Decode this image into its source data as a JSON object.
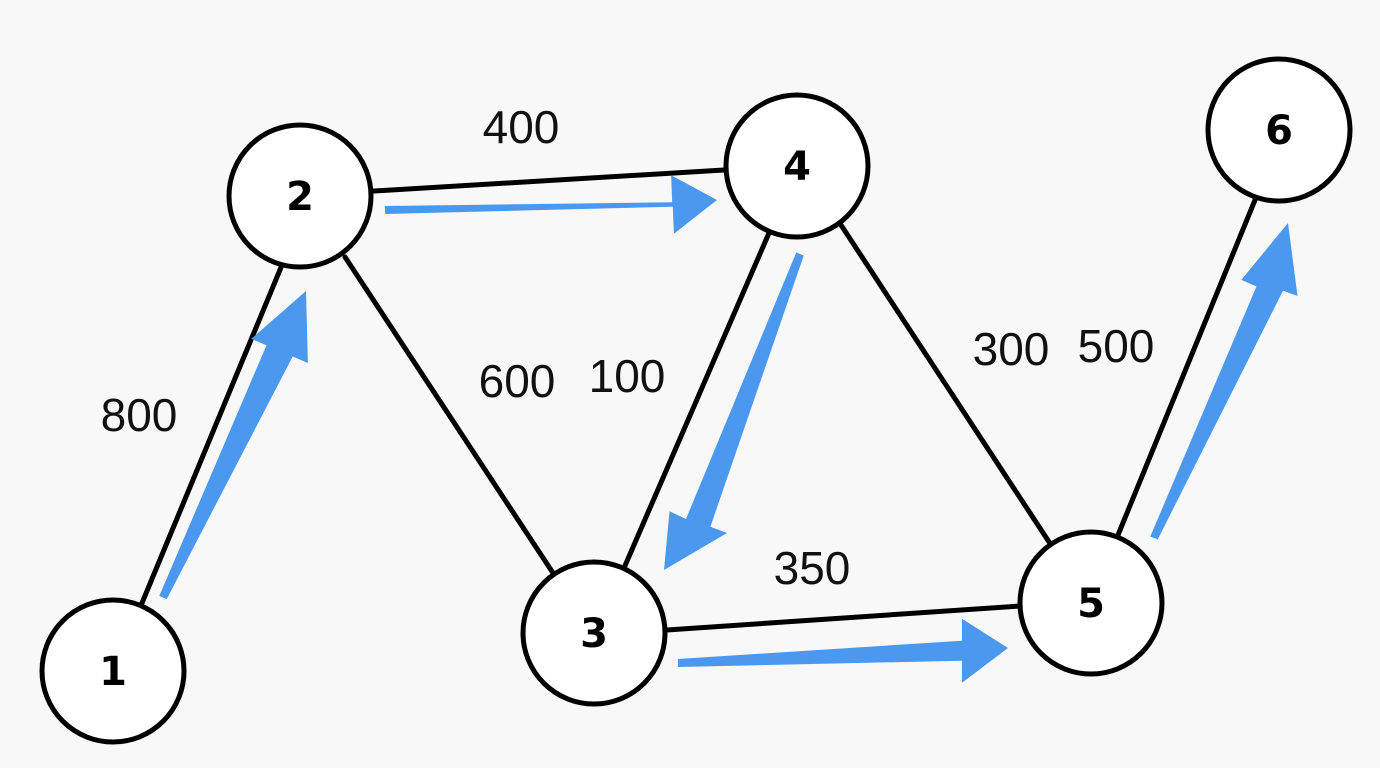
{
  "graph": {
    "colors": {
      "background": "#f8f8f8",
      "node_fill": "#ffffff",
      "stroke": "#000000",
      "path_arrow": "#4a98f0"
    },
    "nodes": [
      {
        "id": "1",
        "label": "1"
      },
      {
        "id": "2",
        "label": "2"
      },
      {
        "id": "3",
        "label": "3"
      },
      {
        "id": "4",
        "label": "4"
      },
      {
        "id": "5",
        "label": "5"
      },
      {
        "id": "6",
        "label": "6"
      }
    ],
    "edges": [
      {
        "from": "1",
        "to": "2",
        "weight": "800"
      },
      {
        "from": "2",
        "to": "4",
        "weight": "400"
      },
      {
        "from": "2",
        "to": "3",
        "weight": "600"
      },
      {
        "from": "4",
        "to": "3",
        "weight": "100"
      },
      {
        "from": "4",
        "to": "5",
        "weight": "300"
      },
      {
        "from": "3",
        "to": "5",
        "weight": "350"
      },
      {
        "from": "5",
        "to": "6",
        "weight": "500"
      }
    ],
    "highlighted_path": [
      "1",
      "2",
      "4",
      "3",
      "5",
      "6"
    ]
  }
}
